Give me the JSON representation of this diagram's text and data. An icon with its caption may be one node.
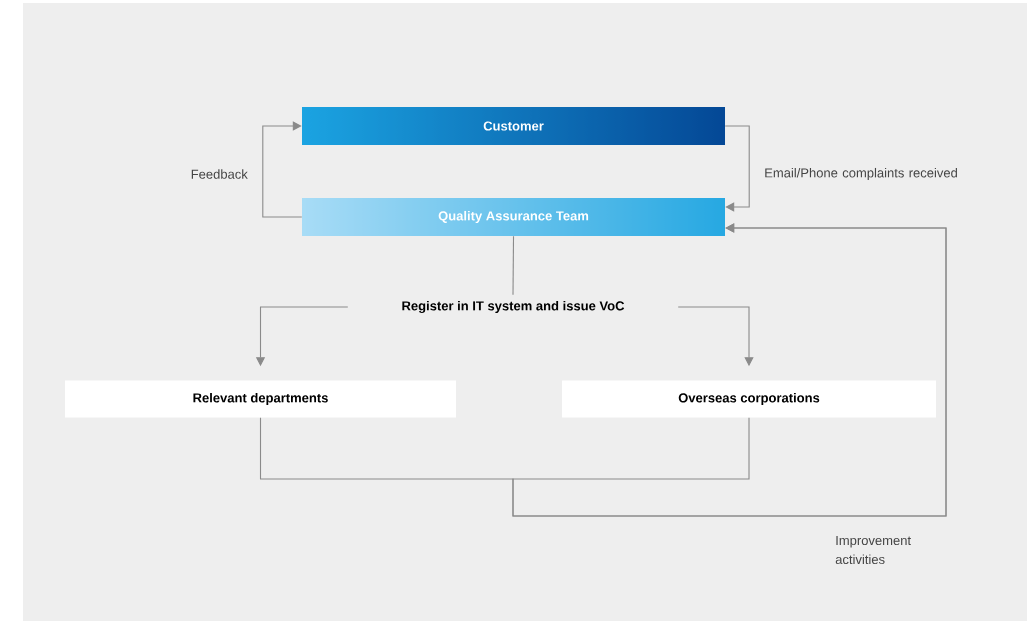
{
  "diagram": {
    "nodes": [
      {
        "text": [
          "Customer"
        ]
      },
      {
        "text": [
          "Quality Assurance Team"
        ]
      },
      {
        "text": [
          "Register in IT system and issue VoC"
        ]
      },
      {
        "text": [
          "Relevant departments"
        ]
      },
      {
        "text": [
          "Overseas corporations"
        ]
      }
    ],
    "edges": [
      {
        "from": 1,
        "to": 0,
        "arrow": "to",
        "label": "Feedback"
      },
      {
        "from": 0,
        "to": 1,
        "arrow": "to",
        "label": "Email/Phone complaints received"
      },
      {
        "from": 1,
        "to": 2,
        "arrow": "none"
      },
      {
        "from": 2,
        "to": 3,
        "arrow": "to"
      },
      {
        "from": 2,
        "to": 4,
        "arrow": "to"
      },
      {
        "from": 3,
        "to": 1,
        "arrow": "to",
        "label": "Improvement activities"
      },
      {
        "from": 4,
        "to": 1,
        "arrow": "to"
      }
    ]
  }
}
